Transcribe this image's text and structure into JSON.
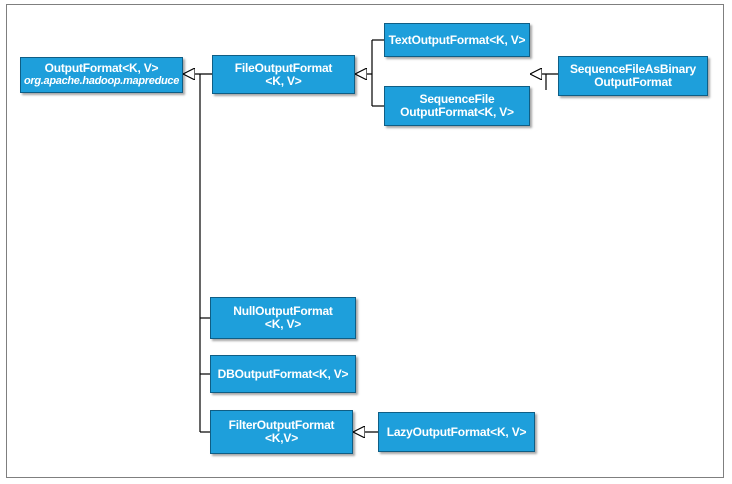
{
  "nodes": {
    "output_format": {
      "line1": "OutputFormat<K, V>",
      "line2": "org.apache.hadoop.mapreduce"
    },
    "file_output_format": {
      "line1": "FileOutputFormat",
      "line2": "<K, V>"
    },
    "text_output_format": {
      "line1": "TextOutputFormat<K, V>"
    },
    "sequence_file_output_format": {
      "line1": "SequenceFile",
      "line2": "OutputFormat<K, V>"
    },
    "sequence_file_as_binary_output_format": {
      "line1": "SequenceFileAsBinary",
      "line2": "OutputFormat"
    },
    "null_output_format": {
      "line1": "NullOutputFormat",
      "line2": "<K, V>"
    },
    "db_output_format": {
      "line1": "DBOutputFormat<K, V>"
    },
    "filter_output_format": {
      "line1": "FilterOutputFormat",
      "line2": "<K,V>"
    },
    "lazy_output_format": {
      "line1": "LazyOutputFormat<K, V>"
    }
  },
  "colors": {
    "box_fill": "#1e9fdb",
    "box_border": "#0f5e85",
    "line": "#000000"
  }
}
